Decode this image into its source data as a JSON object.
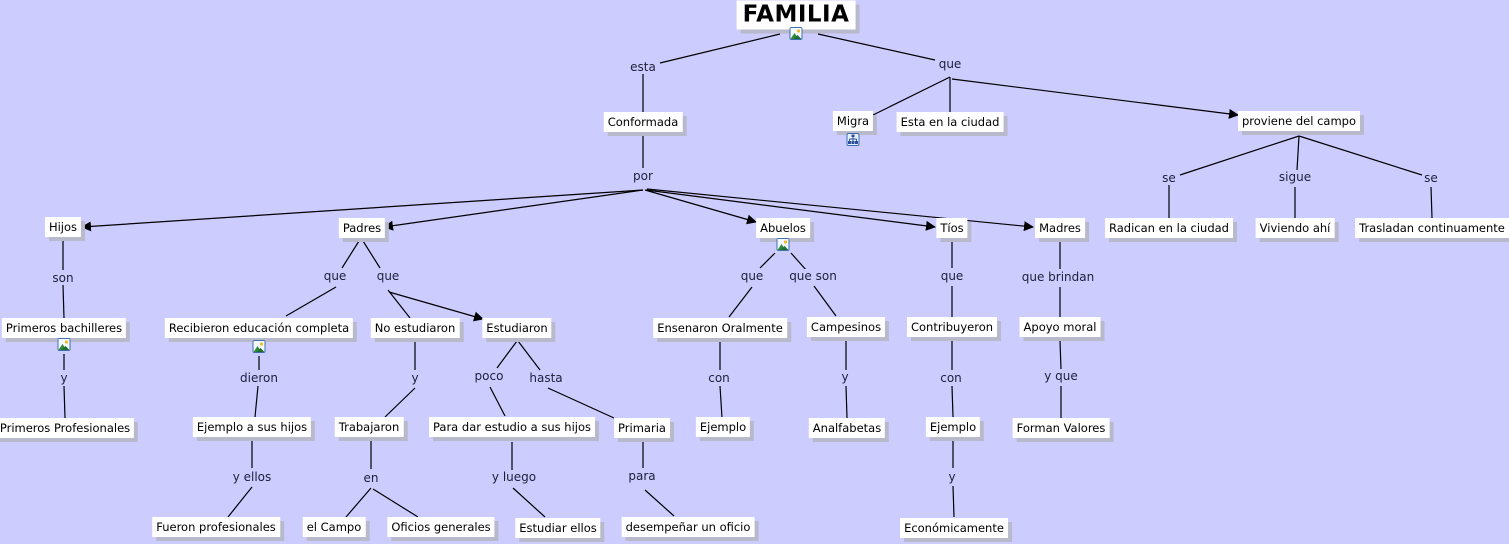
{
  "title": "FAMILIA",
  "colors": {
    "background": "#ccccff",
    "concept_fill": "#ffffff",
    "concept_shadow": "#b9b9cc",
    "line": "#000000",
    "link_text": "#1f1f3a",
    "icon_border": "#3b6fb0"
  },
  "concepts": {
    "familia": "FAMILIA",
    "conformada": "Conformada",
    "migra": "Migra",
    "esta_ciudad": "Esta en la ciudad",
    "proviene": "proviene del campo",
    "hijos": "Hijos",
    "padres": "Padres",
    "abuelos": "Abuelos",
    "tios": "Tíos",
    "madres": "Madres",
    "radican": "Radican en la ciudad",
    "viviendo": "Viviendo ahí",
    "trasladan": "Trasladan continuamente",
    "bachilleres": "Primeros bachilleres",
    "profesionales": "Primeros Profesionales",
    "recibieron": "Recibieron educación completa",
    "no_estudiaron": "No estudiaron",
    "estudiaron": "Estudiaron",
    "ejemplo_hijos": "Ejemplo a sus hijos",
    "fueron": "Fueron profesionales",
    "trabajaron": "Trabajaron",
    "campo": "el Campo",
    "oficios": "Oficios generales",
    "para_dar": "Para dar estudio a sus hijos",
    "estudiar_ellos": "Estudiar ellos",
    "primaria": "Primaria",
    "desempenar": "desempeñar un oficio",
    "ensenaron": "Ensenaron Oralmente",
    "ejemplo_abuelos": "Ejemplo",
    "campesinos": "Campesinos",
    "analfabetas": "Analfabetas",
    "contribuyeron": "Contribuyeron",
    "ejemplo_tios": "Ejemplo",
    "economicamente": "Económicamente",
    "apoyo": "Apoyo moral",
    "forman": "Forman Valores"
  },
  "links": {
    "esta": "esta",
    "que_top": "que",
    "por": "por",
    "se1": "se",
    "sigue": "sigue",
    "se2": "se",
    "son": "son",
    "y_hijos": "y",
    "que_padres1": "que",
    "que_padres2": "que",
    "dieron": "dieron",
    "y_ellos": "y ellos",
    "y_noest": "y",
    "en": "en",
    "poco": "poco",
    "hasta": "hasta",
    "y_luego": "y luego",
    "para": "para",
    "que_abuelos": "que",
    "que_son": "que son",
    "con_abuelos": "con",
    "y_campesinos": "y",
    "que_tios": "que",
    "con_tios": "con",
    "y_tios": "y",
    "que_brindan": "que brindan",
    "y_que": "y que"
  },
  "icons": {
    "image": "image-resource-icon",
    "submap": "concept-map-resource-icon"
  }
}
